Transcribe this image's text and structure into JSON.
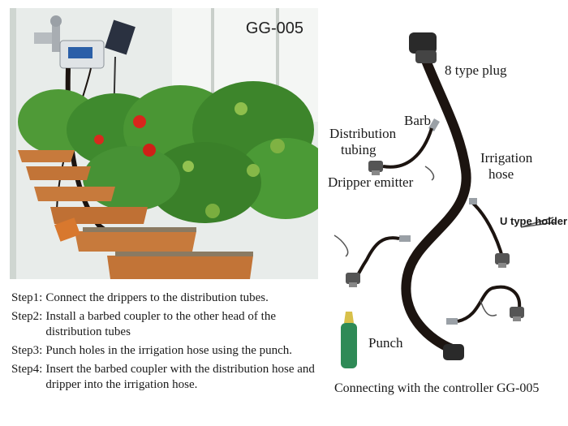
{
  "photo": {
    "model_label": "GG-005"
  },
  "steps": [
    {
      "num": "Step1:",
      "text": "Connect the drippers to the distribution tubes."
    },
    {
      "num": "Step2:",
      "text": "Install a barbed coupler to the other head of the distribution tubes"
    },
    {
      "num": "Step3:",
      "text": "Punch holes in the irrigation hose using the punch."
    },
    {
      "num": "Step4:",
      "text": "Insert the barbed coupler with the distribution hose and dripper into the irrigation hose."
    }
  ],
  "diagram": {
    "plug_label": "8  type plug",
    "barb_label": "Barb",
    "distribution_label_1": "Distribution",
    "distribution_label_2": "tubing",
    "irrigation_label_1": "Irrigation",
    "irrigation_label_2": "hose",
    "dripper_label": "Dripper emitter",
    "holder_label": "U type holder",
    "punch_label": "Punch",
    "caption": "Connecting with the controller GG-005"
  },
  "colors": {
    "hose": "#1c1410",
    "punch": "#2e8a56",
    "planter": "#c77a3c",
    "leaf": "#3f8a2e"
  }
}
